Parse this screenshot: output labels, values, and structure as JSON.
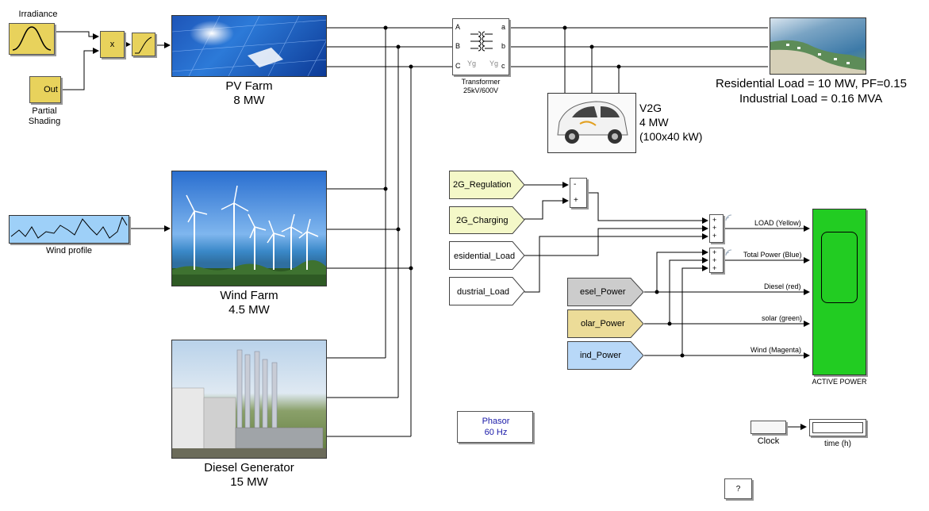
{
  "sources": {
    "irradiance_label": "Irradiance",
    "partial_shading_label": "Partial\nShading",
    "out_port": "Out",
    "product_sign": "x",
    "wind_profile_label": "Wind profile"
  },
  "pv_farm": {
    "name": "PV Farm",
    "rating": "8 MW"
  },
  "wind_farm": {
    "name": "Wind Farm",
    "rating": "4.5 MW"
  },
  "diesel": {
    "name": "Diesel Generator",
    "rating": "15 MW"
  },
  "transformer": {
    "label_line1": "Transformer",
    "label_line2": "25kV/600V",
    "ports_in": [
      "A",
      "B",
      "C"
    ],
    "ports_out": [
      "a",
      "b",
      "c"
    ],
    "winding_left": "Yg",
    "winding_right": "Yg"
  },
  "load": {
    "line1": "Residential Load = 10 MW, PF=0.15",
    "line2": "Industrial Load = 0.16 MVA"
  },
  "v2g": {
    "name": "V2G",
    "rating": "4 MW",
    "detail": "(100x40 kW)"
  },
  "gotos": {
    "v2g_regulation": "2G_Regulation",
    "v2g_charging": "2G_Charging",
    "residential": "esidential_Load",
    "industrial": "dustrial_Load",
    "diesel_power": "esel_Power",
    "solar_power": "olar_Power",
    "wind_power": "ind_Power"
  },
  "sum_signs": {
    "sum1": [
      "-",
      "+"
    ],
    "sum2": [
      "+",
      "+",
      "+"
    ],
    "sum3": [
      "+",
      "+",
      "+"
    ]
  },
  "scope": {
    "label": "ACTIVE POWER",
    "signals": [
      "LOAD (Yellow)",
      "Total Power (Blue)",
      "Diesel (red)",
      "solar (green)",
      "Wind (Magenta)"
    ]
  },
  "phasor": {
    "line1": "Phasor",
    "line2": "60 Hz"
  },
  "clock": {
    "label": "Clock"
  },
  "display": {
    "label": "time (h)"
  },
  "help": {
    "label": "?"
  },
  "colors": {
    "block_yellow": "#e8d25c",
    "goto_lightyellow": "#f4f8c8",
    "goto_gray": "#cccccc",
    "goto_khaki": "#ecdc98",
    "goto_blue": "#b8d8f8",
    "scope_green": "#22cc22",
    "phasor_text": "#1a1aa8"
  }
}
